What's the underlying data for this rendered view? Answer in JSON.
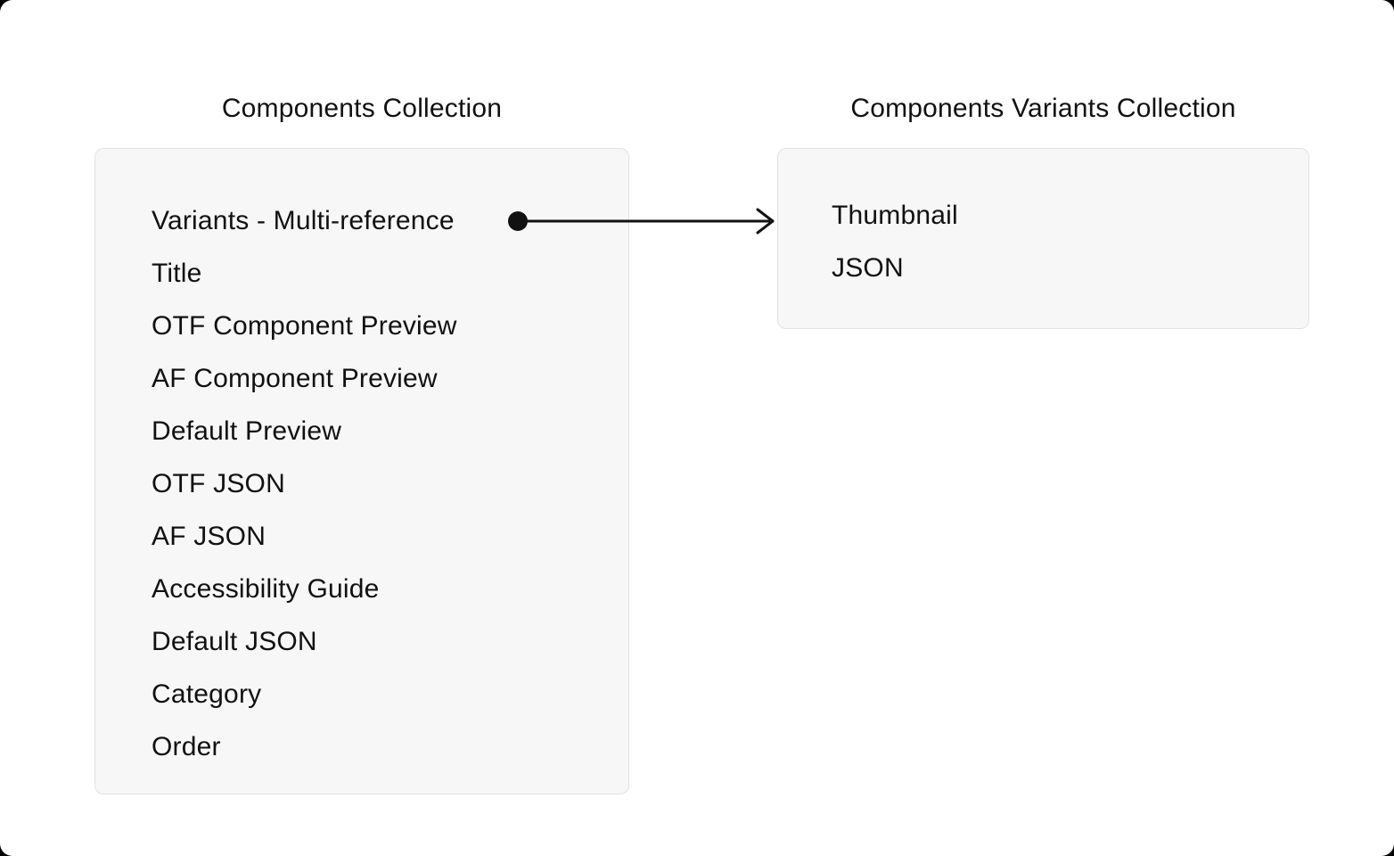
{
  "left": {
    "title": "Components Collection",
    "fields": [
      "Variants - Multi-reference",
      "Title",
      "OTF Component Preview",
      "AF Component Preview",
      "Default Preview",
      "OTF JSON",
      "AF JSON",
      "Accessibility Guide",
      "Default JSON",
      "Category",
      "Order"
    ]
  },
  "right": {
    "title": "Components Variants Collection",
    "fields": [
      "Thumbnail",
      "JSON"
    ]
  },
  "connector": {
    "from_field": "Variants - Multi-reference",
    "to_collection": "Components Variants Collection",
    "start_marker": "dot",
    "end_marker": "arrowhead"
  },
  "colors": {
    "background": "#ffffff",
    "box_background": "#f7f7f7",
    "box_border": "#e2e2e2",
    "text": "#111111",
    "arrow": "#111111"
  }
}
